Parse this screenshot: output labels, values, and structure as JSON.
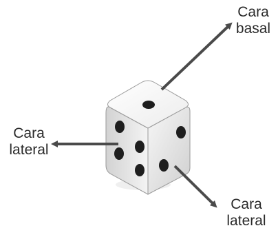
{
  "labels": {
    "top_right": {
      "line1": "Cara",
      "line2": "basal"
    },
    "left": {
      "line1": "Cara",
      "line2": "lateral"
    },
    "bottom_right": {
      "line1": "Cara",
      "line2": "lateral"
    }
  },
  "colors": {
    "arrow": "#4a4a4a",
    "die_face_light": "#ffffff",
    "die_face_shade": "#d9d9d9",
    "pip": "#1e1e1e",
    "text": "#2b2b2b"
  }
}
